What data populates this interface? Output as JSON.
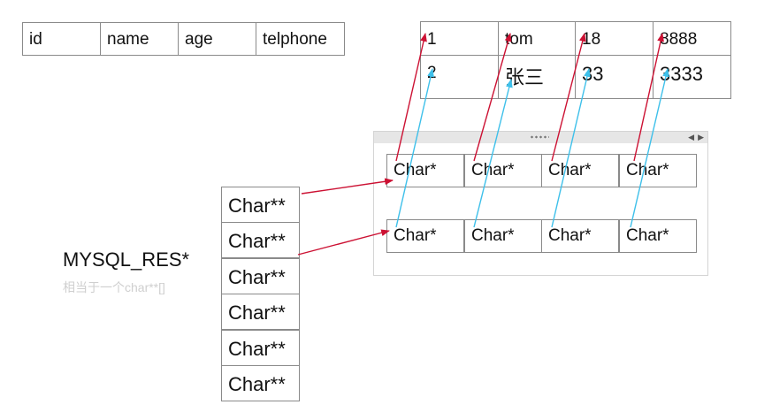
{
  "field_table": {
    "headers": [
      "id",
      "name",
      "age",
      "telphone"
    ]
  },
  "data_table": {
    "rows": [
      [
        "1",
        "tom",
        "18",
        "8888"
      ],
      [
        "2",
        "张三",
        "33",
        "3333"
      ]
    ]
  },
  "row_pointers": {
    "rows": [
      [
        "Char*",
        "Char*",
        "Char*",
        "Char*"
      ],
      [
        "Char*",
        "Char*",
        "Char*",
        "Char*"
      ]
    ]
  },
  "result_array": {
    "cells": [
      "Char**",
      "Char**",
      "Char**",
      "Char**",
      "Char**",
      "Char**"
    ]
  },
  "result_label": "MYSQL_RES*",
  "result_sublabel": "相当于一个char**[]",
  "colors": {
    "red_arrow": "#cc1133",
    "blue_arrow": "#3ec0ea",
    "border": "#8a8a8a",
    "sublabel": "#cfcfcf"
  }
}
